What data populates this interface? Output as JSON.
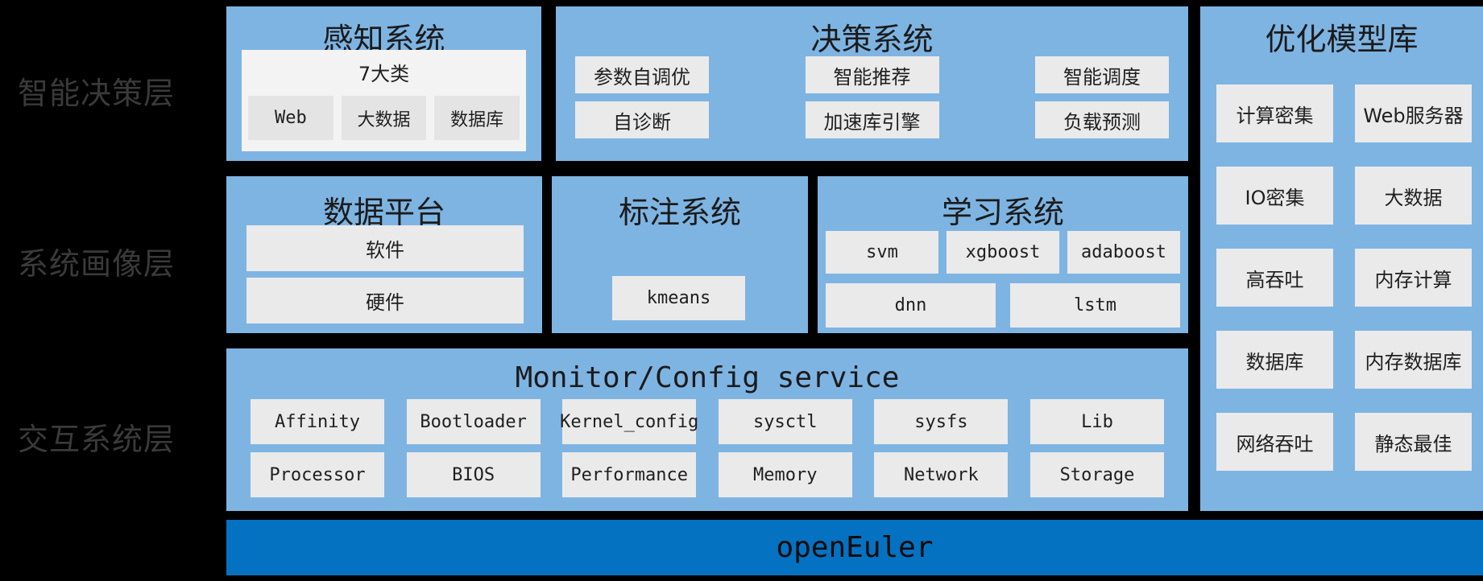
{
  "layers": {
    "decision": "智能决策层",
    "profile": "系统画像层",
    "interaction": "交互系统层"
  },
  "perception": {
    "title": "感知系统",
    "panel_label": "7大类",
    "buttons": [
      "Web",
      "大数据",
      "数据库"
    ]
  },
  "decision_system": {
    "title": "决策系统",
    "row1": [
      "参数自调优",
      "智能推荐",
      "智能调度"
    ],
    "row2": [
      "自诊断",
      "加速库引擎",
      "负载预测"
    ]
  },
  "model_library": {
    "title": "优化模型库",
    "buttons": [
      "计算密集",
      "Web服务器",
      "IO密集",
      "大数据",
      "高吞吐",
      "内存计算",
      "数据库",
      "内存数据库",
      "网络吞吐",
      "静态最佳"
    ]
  },
  "data_platform": {
    "title": "数据平台",
    "buttons": [
      "软件",
      "硬件"
    ]
  },
  "labeling_system": {
    "title": "标注系统",
    "buttons": [
      "kmeans"
    ]
  },
  "learning_system": {
    "title": "学习系统",
    "row1": [
      "svm",
      "xgboost",
      "adaboost"
    ],
    "row2": [
      "dnn",
      "lstm"
    ]
  },
  "monitor_service": {
    "title": "Monitor/Config service",
    "row1": [
      "Affinity",
      "Bootloader",
      "Kernel_config",
      "sysctl",
      "sysfs",
      "Lib"
    ],
    "row2": [
      "Processor",
      "BIOS",
      "Performance",
      "Memory",
      "Network",
      "Storage"
    ]
  },
  "os_bar": {
    "label": "openEuler"
  },
  "colors": {
    "box_blue": "#7eb4e2",
    "os_blue": "#0571c1",
    "button_gray": "#eaeaea",
    "panel_gray": "#f3f3f3",
    "title_color": "#1b1b1b",
    "label_color": "#3a3a3a"
  }
}
